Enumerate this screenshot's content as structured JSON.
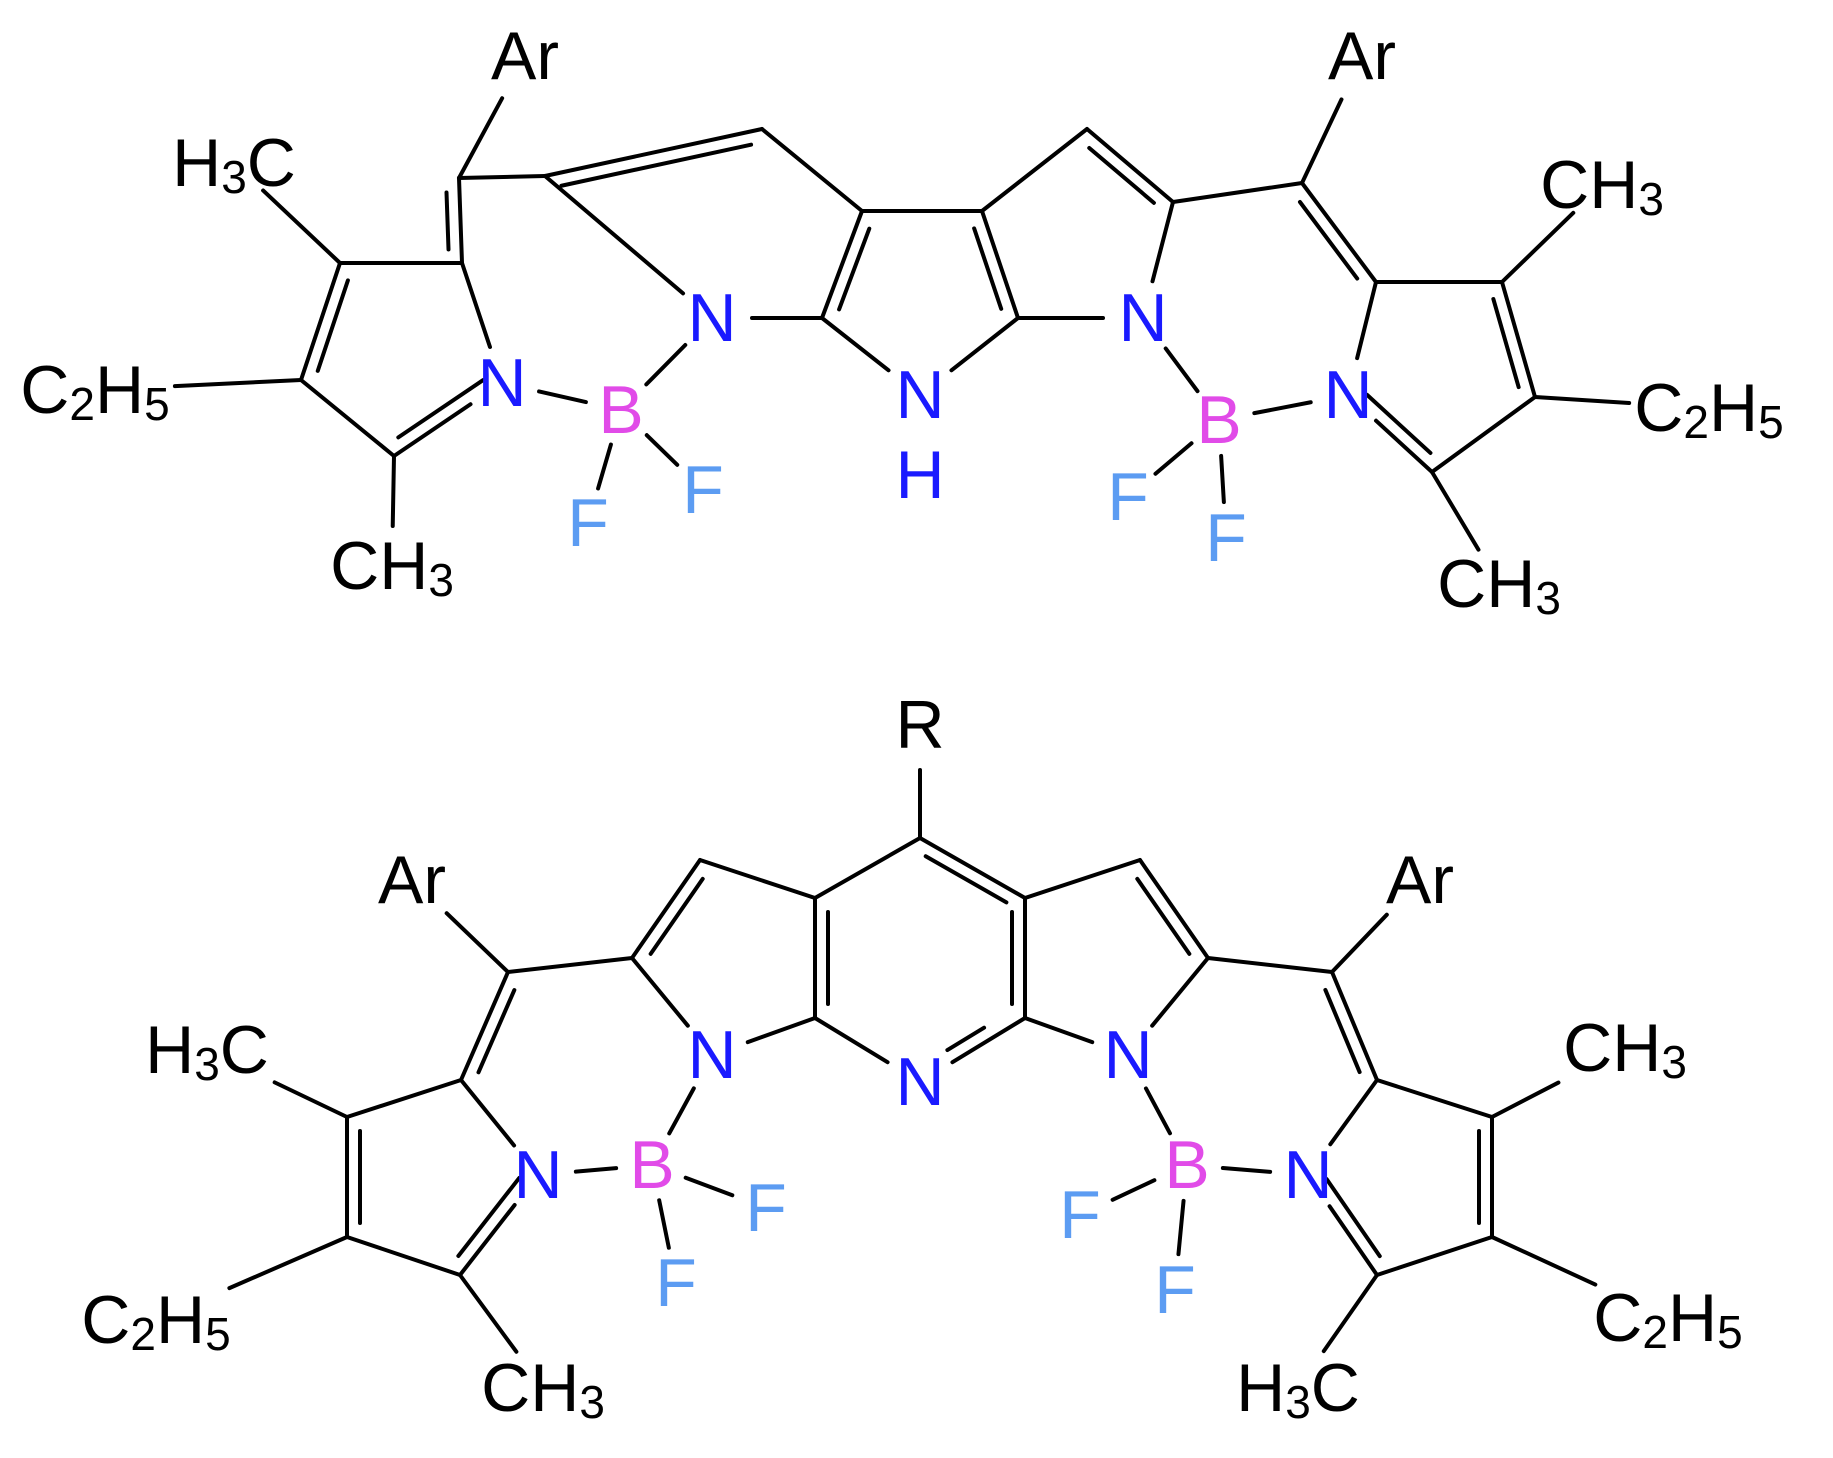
{
  "colors": {
    "bond": "#000000",
    "carbon_label": "#000000",
    "nitrogen": "#1a1aff",
    "boron": "#e14be8",
    "fluorine": "#5c9cf2"
  },
  "top_structure": {
    "labels": {
      "ar_left": "Ar",
      "ar_right": "Ar",
      "h3c_left": "H3C",
      "ch3_right_top": "CH3",
      "c2h5_left": "C2H5",
      "c2h5_right": "C2H5",
      "ch3_left_bottom": "CH3",
      "ch3_right_bottom": "CH3",
      "n_left_outer": "N",
      "n_left_inner": "N",
      "nh_n": "N",
      "nh_h": "H",
      "n_right_inner": "N",
      "n_right_outer": "N",
      "b_left": "B",
      "b_right": "B",
      "f_left_1": "F",
      "f_left_2": "F",
      "f_right_1": "F",
      "f_right_2": "F"
    }
  },
  "bottom_structure": {
    "labels": {
      "r": "R",
      "ar_left": "Ar",
      "ar_right": "Ar",
      "h3c_left": "H3C",
      "ch3_right_top": "CH3",
      "c2h5_left": "C2H5",
      "c2h5_right": "C2H5",
      "ch3_left_bottom": "CH3",
      "h3c_right_bottom": "H3C",
      "n_left_outer": "N",
      "n_left_inner": "N",
      "n_center": "N",
      "n_right_inner": "N",
      "n_right_outer": "N",
      "b_left": "B",
      "b_right": "B",
      "f_left_1": "F",
      "f_left_2": "F",
      "f_right_1": "F",
      "f_right_2": "F"
    }
  }
}
